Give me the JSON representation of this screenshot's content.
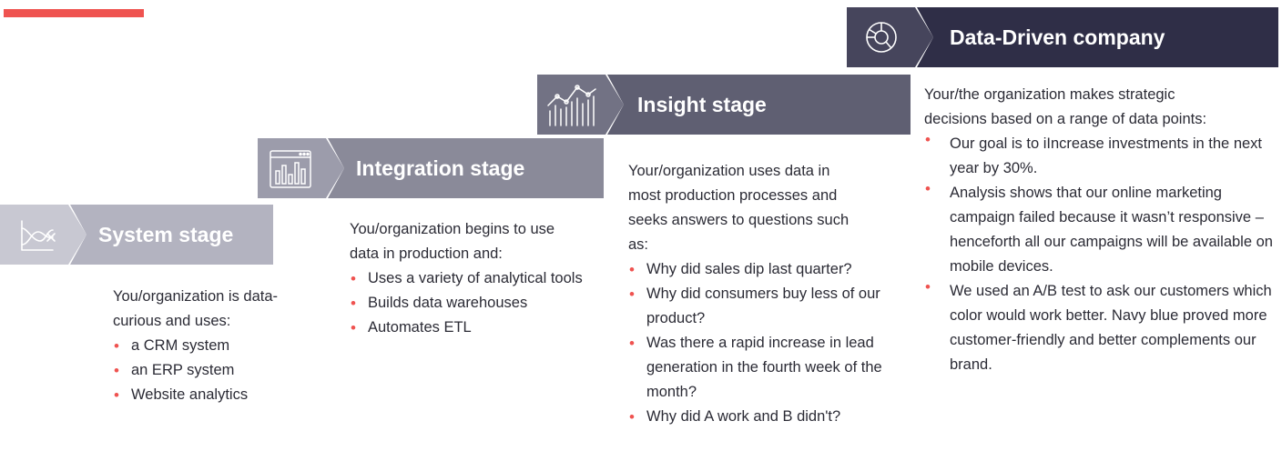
{
  "colors": {
    "accent": "#ef5350",
    "system": "#b3b3c0",
    "integration": "#8a8a99",
    "insight": "#5f5f72",
    "datadriven": "#2f2e47"
  },
  "stages": {
    "system": {
      "title": "System stage",
      "icon": "line-chart-icon",
      "intro_lines": [
        "You/organization is data-",
        "curious and uses:"
      ],
      "bullets": [
        "a CRM system",
        "an ERP system",
        "Website analytics"
      ]
    },
    "integration": {
      "title": "Integration stage",
      "icon": "dashboard-window-icon",
      "intro_lines": [
        "You/organization begins to use",
        "data in production and:"
      ],
      "bullets": [
        "Uses a variety of analytical tools",
        "Builds data warehouses",
        "Automates ETL"
      ]
    },
    "insight": {
      "title": "Insight stage",
      "icon": "analytics-chart-icon",
      "intro_lines": [
        "Your/organization uses data in",
        "most production processes and",
        "seeks answers to questions such",
        "as:"
      ],
      "bullets": [
        "Why did sales dip last quarter?",
        "Why did consumers buy less of our product?",
        "Was there a rapid increase in lead generation in the fourth week of the month?",
        "Why did A work and B didn't?"
      ]
    },
    "datadriven": {
      "title": "Data-Driven company",
      "icon": "pie-chart-icon",
      "intro_lines": [
        "Your/the organization makes strategic",
        "decisions based on a range of data points:"
      ],
      "bullets": [
        "Our goal is to iIncrease investments in the next year by 30%.",
        "Analysis shows that our online marketing campaign failed because it wasn’t responsive – henceforth all our campaigns will be available on mobile devices.",
        "We used an A/B test to ask our customers which color would work better. Navy blue proved more customer-friendly and better complements our brand."
      ]
    }
  }
}
